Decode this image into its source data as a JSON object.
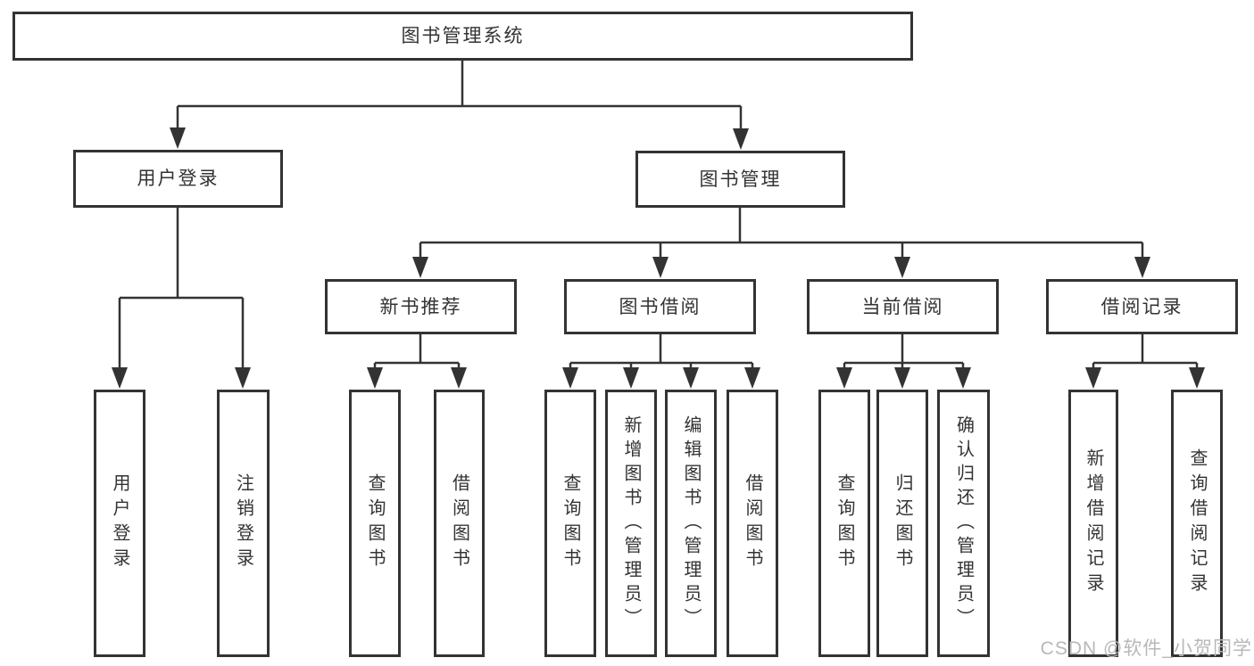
{
  "diagram": {
    "tree": {
      "label": "图书管理系统",
      "children": [
        {
          "label": "用户登录",
          "children": [
            {
              "label": "用户登录"
            },
            {
              "label": "注销登录"
            }
          ]
        },
        {
          "label": "图书管理",
          "children": [
            {
              "label": "新书推荐",
              "children": [
                {
                  "label": "查询图书"
                },
                {
                  "label": "借阅图书"
                }
              ]
            },
            {
              "label": "图书借阅",
              "children": [
                {
                  "label": "查询图书"
                },
                {
                  "label": "新增图书（管理员）"
                },
                {
                  "label": "编辑图书（管理员）"
                },
                {
                  "label": "借阅图书"
                }
              ]
            },
            {
              "label": "当前借阅",
              "children": [
                {
                  "label": "查询图书"
                },
                {
                  "label": "归还图书"
                },
                {
                  "label": "确认归还（管理员）"
                }
              ]
            },
            {
              "label": "借阅记录",
              "children": [
                {
                  "label": "新增借阅记录"
                },
                {
                  "label": "查询借阅记录"
                }
              ]
            }
          ]
        }
      ]
    },
    "colors": {
      "line": "#333333",
      "box_border": "#333333",
      "text": "#333333",
      "background": "#ffffff",
      "watermark": "#b8b8b8"
    }
  },
  "watermark": "CSDN @软件_小贺同学"
}
